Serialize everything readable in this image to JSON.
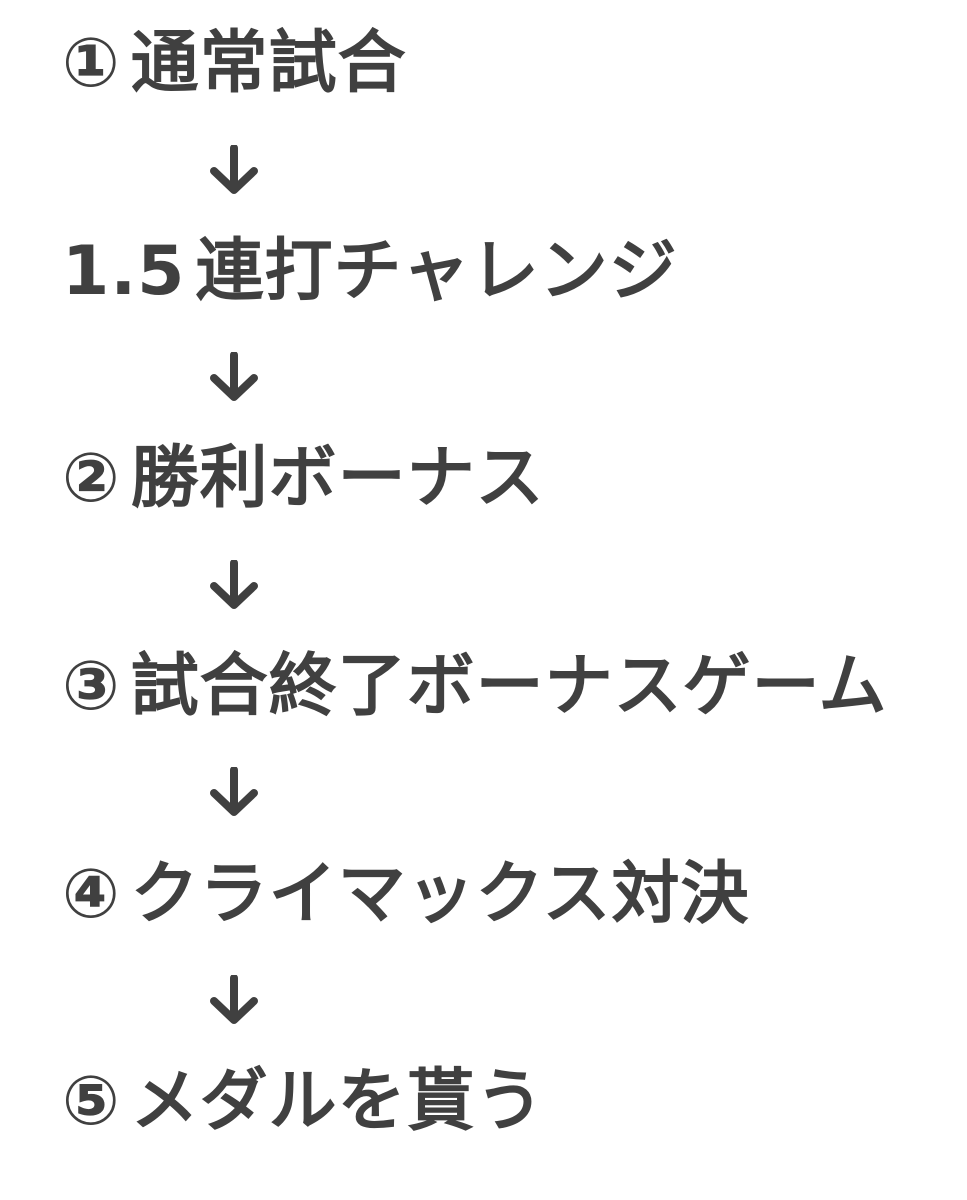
{
  "steps": [
    {
      "marker": "①",
      "label": "通常試合"
    },
    {
      "marker": "1.5",
      "label": "連打チャレンジ"
    },
    {
      "marker": "②",
      "label": "勝利ボーナス"
    },
    {
      "marker": "③",
      "label": "試合終了ボーナスゲーム"
    },
    {
      "marker": "④",
      "label": "クライマックス対決"
    },
    {
      "marker": "⑤",
      "label": "メダルを貰う"
    }
  ],
  "arrow_icon": "arrow-down-icon",
  "colors": {
    "text": "#404040",
    "background": "#ffffff"
  }
}
